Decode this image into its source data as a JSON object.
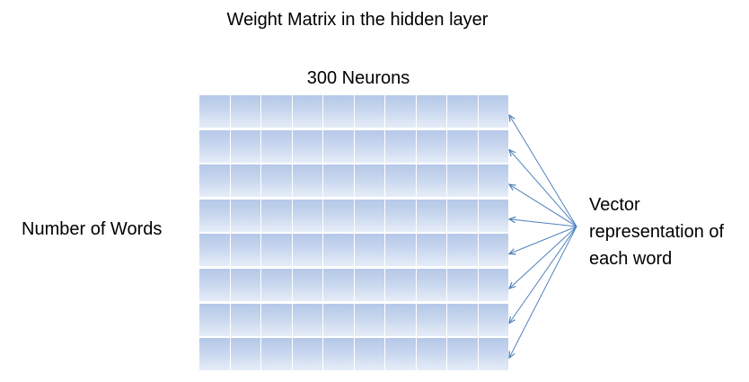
{
  "title": "Weight Matrix in the hidden layer",
  "columns_label": "300 Neurons",
  "rows_label": "Number of Words",
  "vector_label": [
    "Vector",
    "representation of",
    "each word"
  ],
  "matrix": {
    "rows": 8,
    "columns": 10
  },
  "colors": {
    "cell_top": "#b5c8e8",
    "cell_bottom": "#e6edf8",
    "cell_divider": "#ffffff",
    "arrow": "#4f81bd"
  }
}
